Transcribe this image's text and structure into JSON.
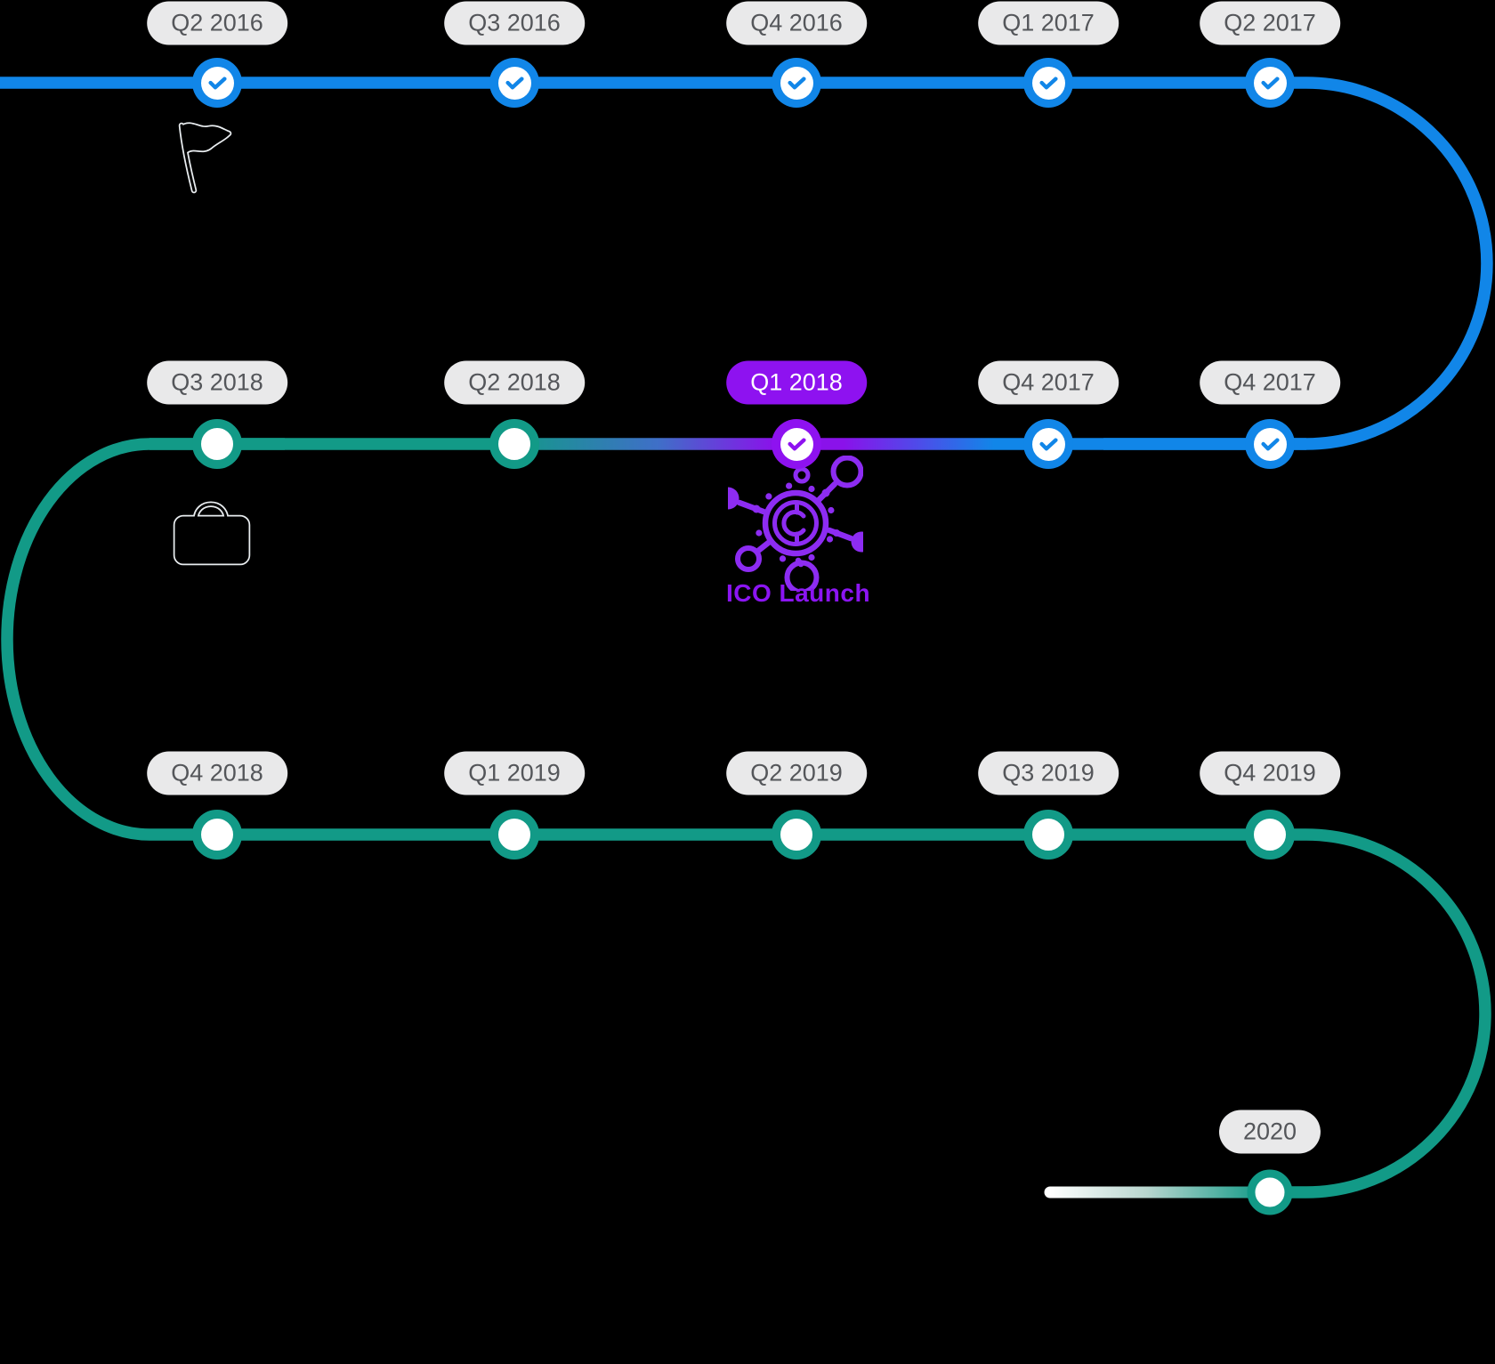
{
  "background": "#000000",
  "colors": {
    "line_blue": "#1186e8",
    "line_teal": "#129a87",
    "purple": "#8e12f0",
    "gradient_mid_blue": "#3f6fc8",
    "pill_bg": "#e9e9ea",
    "pill_text": "#54565a",
    "ico_icon_purple": "#8d2cf2",
    "fade_end": "#ffffff"
  },
  "timeline": {
    "row1": {
      "items": [
        {
          "label": "Q2 2016",
          "state": "done-blue"
        },
        {
          "label": "Q3 2016",
          "state": "done-blue"
        },
        {
          "label": "Q4 2016",
          "state": "done-blue"
        },
        {
          "label": "Q1 2017",
          "state": "done-blue"
        },
        {
          "label": "Q2 2017",
          "state": "done-blue"
        }
      ]
    },
    "row2": {
      "items": [
        {
          "label": "Q3 2018",
          "state": "open-teal"
        },
        {
          "label": "Q2 2018",
          "state": "open-teal"
        },
        {
          "label": "Q1 2018",
          "state": "done-purple-highlight"
        },
        {
          "label": "Q4 2017",
          "state": "done-blue"
        },
        {
          "label": "Q4 2017",
          "state": "done-blue"
        }
      ]
    },
    "row3": {
      "items": [
        {
          "label": "Q4 2018",
          "state": "open-teal"
        },
        {
          "label": "Q1 2019",
          "state": "open-teal"
        },
        {
          "label": "Q2 2019",
          "state": "open-teal"
        },
        {
          "label": "Q3 2019",
          "state": "open-teal"
        },
        {
          "label": "Q4 2019",
          "state": "open-teal"
        }
      ]
    },
    "row4": {
      "items": [
        {
          "label": "2020",
          "state": "open-teal"
        }
      ]
    }
  },
  "annotations": {
    "ico_label": "ICO Launch"
  },
  "icons": [
    {
      "name": "flag-icon"
    },
    {
      "name": "secure-vault-icon"
    },
    {
      "name": "ico-network-icon"
    }
  ]
}
